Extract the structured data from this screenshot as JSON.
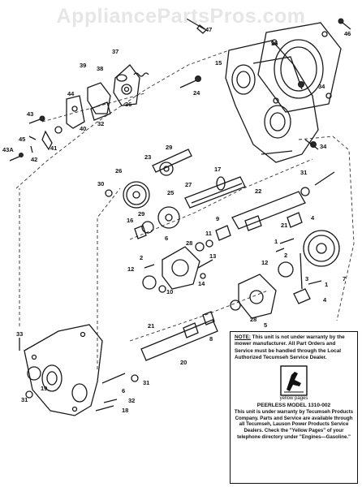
{
  "watermark": "AppliancePartsPros.com",
  "part_numbers": {
    "p47": "47",
    "p46": "46",
    "p35": "35",
    "p15": "15",
    "p24": "24",
    "p34a": "34",
    "p34b": "34",
    "p37": "37",
    "p38": "38",
    "p39": "39",
    "p36": "36",
    "p44": "44",
    "p43": "43",
    "p40": "40",
    "p32a": "32",
    "p45": "45",
    "p41": "41",
    "p42": "42",
    "p43a": "43A",
    "p23": "23",
    "p29a": "29",
    "p17": "17",
    "p31a": "31",
    "p26": "26",
    "p30": "30",
    "p27": "27",
    "p25": "25",
    "p22": "22",
    "p16": "16",
    "p29b": "29",
    "p9": "9",
    "p21a": "21",
    "p4a": "4",
    "p6": "6",
    "p28a": "28",
    "p11": "11",
    "p1a": "1",
    "p12a": "12",
    "p2a": "2",
    "p10": "10",
    "p13": "13",
    "p14": "14",
    "p12b": "12",
    "p2b": "2",
    "p3": "3",
    "p7": "7",
    "p1b": "1",
    "p4b": "4",
    "p21b": "21",
    "p8": "8",
    "p28b": "28",
    "p5": "5",
    "p20": "20",
    "p33": "33",
    "p19": "19",
    "p31b": "31",
    "p31c": "31",
    "p6b": "6",
    "p32b": "32",
    "p18": "18"
  },
  "note": {
    "label": "NOTE:",
    "text": "This unit is not under warranty by the mower manufacturer. All Part Orders and Service must be handled through the Local Authorized Tecumseh Service Dealer.",
    "yellow_pages": "yellow pages",
    "model": "PEERLESS MODEL 1310-002",
    "warranty": "This unit is under warranty by Tecumseh Products Company. Parts and Service are available through all Tecumseh, Lauson Power Products Service Dealers. Check the \"Yellow Pages\" of your telephone directory under \"Engines—Gasoline.\""
  }
}
